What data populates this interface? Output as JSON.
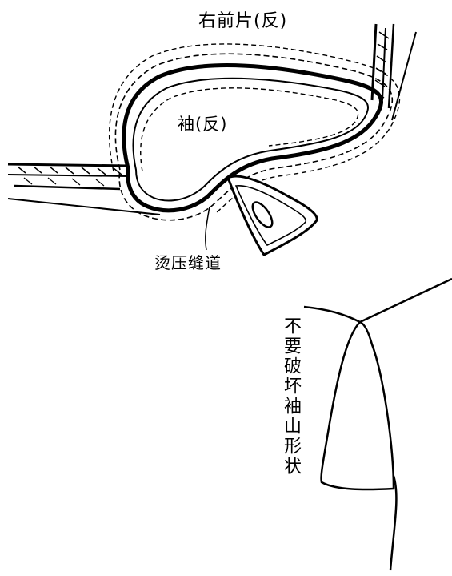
{
  "labels": {
    "right_front": "右前片(反)",
    "sleeve": "袖(反)",
    "press_seam": "烫压缝道",
    "warning": "不要破坏袖山形状"
  },
  "colors": {
    "ink": "#000000",
    "paper": "#ffffff"
  },
  "icons": [
    "iron-icon"
  ]
}
